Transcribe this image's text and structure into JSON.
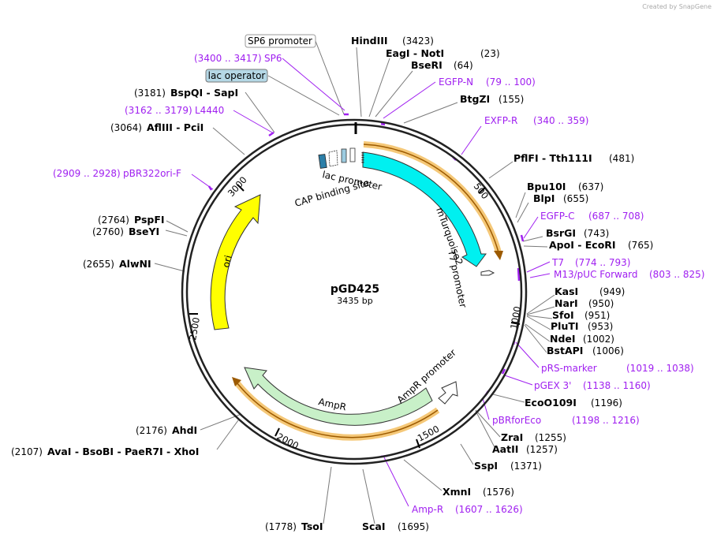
{
  "credit": "Created by SnapGene",
  "plasmid": {
    "name": "pGD425",
    "size": "3435 bp"
  },
  "scale_labels": [
    "500",
    "1000",
    "1500",
    "2000",
    "2500",
    "3000"
  ],
  "boxes": {
    "sp6_promoter": "SP6 promoter",
    "lac_operator": "lac operator"
  },
  "features": {
    "mturquoise2": "mTurquoise2",
    "t7_promoter": "T7 promoter",
    "lac_promoter": "lac promoter",
    "cap_binding_site": "CAP binding site",
    "ori": "ori",
    "ampr": "AmpR",
    "ampr_promoter": "AmpR promoter"
  },
  "enzymes": {
    "hindiii": {
      "name": "HindIII",
      "pos": "(3423)"
    },
    "eagi_noti": {
      "name": "EagI  - NotI",
      "pos": "(23)"
    },
    "bseri": {
      "name": "BseRI",
      "pos": "(64)"
    },
    "btgzi": {
      "name": "BtgZI",
      "pos": "(155)"
    },
    "pflfi_tth111i": {
      "name": "PflFI  - Tth111I",
      "pos": "(481)"
    },
    "bpu10i": {
      "name": "Bpu10I",
      "pos": "(637)"
    },
    "blpi": {
      "name": "BlpI",
      "pos": "(655)"
    },
    "bsrgi": {
      "name": "BsrGI",
      "pos": "(743)"
    },
    "apoi_ecori": {
      "name": "ApoI  - EcoRI",
      "pos": "(765)"
    },
    "kasi": {
      "name": "KasI",
      "pos": "(949)"
    },
    "nari": {
      "name": "NarI",
      "pos": "(950)"
    },
    "sfoi": {
      "name": "SfoI",
      "pos": "(951)"
    },
    "pluti": {
      "name": "PluTI",
      "pos": "(953)"
    },
    "ndei": {
      "name": "NdeI",
      "pos": "(1002)"
    },
    "bstapi": {
      "name": "BstAPI",
      "pos": "(1006)"
    },
    "eco0109i": {
      "name": "EcoO109I",
      "pos": "(1196)"
    },
    "zrai": {
      "name": "ZraI",
      "pos": "(1255)"
    },
    "aatii": {
      "name": "AatII",
      "pos": "(1257)"
    },
    "sspi": {
      "name": "SspI",
      "pos": "(1371)"
    },
    "xmni": {
      "name": "XmnI",
      "pos": "(1576)"
    },
    "scai": {
      "name": "ScaI",
      "pos": "(1695)"
    },
    "tsoi": {
      "name": "TsoI",
      "pos": "(1778)"
    },
    "avai_group": {
      "name": "AvaI  - BsoBI  - PaeR7I  - XhoI",
      "pos": "(2107)"
    },
    "ahdi": {
      "name": "AhdI",
      "pos": "(2176)"
    },
    "alwni": {
      "name": "AlwNI",
      "pos": "(2655)"
    },
    "pspfi": {
      "name": "PspFI",
      "pos": "(2764)"
    },
    "bseyi": {
      "name": "BseYI",
      "pos": "(2760)"
    },
    "afliii_pci": {
      "name": "AflIII  - PciI",
      "pos": "(3064)"
    },
    "bspqi_sapi": {
      "name": "BspQI  - SapI",
      "pos": "(3181)"
    }
  },
  "primers": {
    "egfp_n": {
      "name": "EGFP-N",
      "range": "(79 .. 100)"
    },
    "exfp_r": {
      "name": "EXFP-R",
      "range": "(340 .. 359)"
    },
    "egfp_c": {
      "name": "EGFP-C",
      "range": "(687 .. 708)"
    },
    "t7": {
      "name": "T7",
      "range": "(774 .. 793)"
    },
    "m13_puc_forward": {
      "name": "M13/pUC Forward",
      "range": "(803 .. 825)"
    },
    "prs_marker": {
      "name": "pRS-marker",
      "range": "(1019 .. 1038)"
    },
    "pgex_3": {
      "name": "pGEX 3'",
      "range": "(1138 .. 1160)"
    },
    "pbrforeco": {
      "name": "pBRforEco",
      "range": "(1198 .. 1216)"
    },
    "amp_r": {
      "name": "Amp-R",
      "range": "(1607 .. 1626)"
    },
    "pbr322ori_f": {
      "name": "pBR322ori-F",
      "range": "(2909 .. 2928)"
    },
    "l4440": {
      "name": "L4440",
      "range": "(3162 .. 3179)"
    },
    "sp6": {
      "name": "SP6",
      "range": "(3400 .. 3417)"
    }
  }
}
